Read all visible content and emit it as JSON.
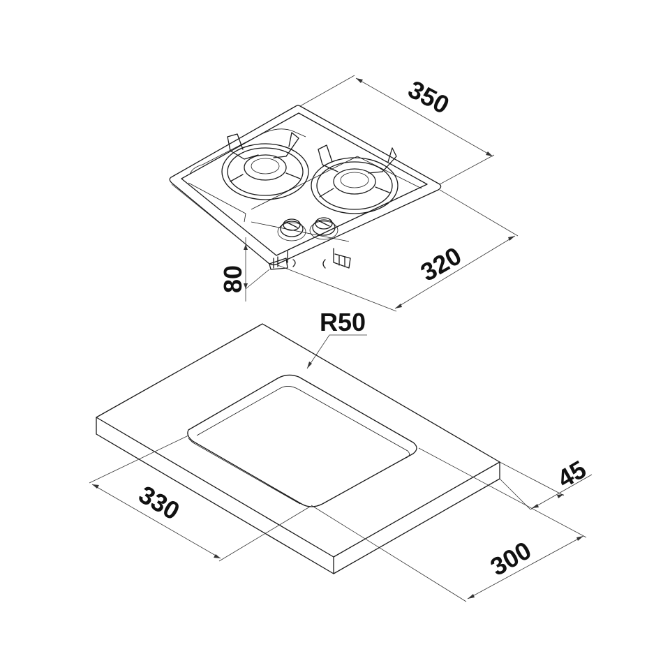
{
  "dimensions": {
    "hob_width": "350",
    "hob_depth": "320",
    "hob_height": "80",
    "cutout_radius": "R50",
    "cutout_width": "330",
    "cutout_depth": "300",
    "worktop_thickness": "45"
  },
  "colors": {
    "line": "#1a1a1a",
    "background": "#ffffff"
  },
  "icons": {
    "burner": "gas-burner-icon",
    "knob": "control-knob-icon",
    "inlet": "gas-inlet-icon"
  }
}
